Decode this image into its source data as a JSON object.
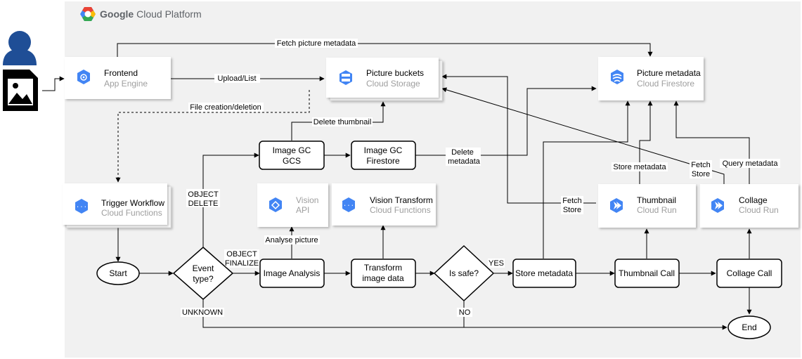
{
  "platform": {
    "brand": "Google",
    "name": "Cloud Platform",
    "colors": {
      "panel": "#f1f1f1",
      "icon_blue": "#4285f4"
    }
  },
  "services": {
    "frontend": {
      "title": "Frontend",
      "subtitle": "App Engine",
      "icon": "app-engine-icon"
    },
    "picture_buckets": {
      "title": "Picture buckets",
      "subtitle": "Cloud Storage",
      "icon": "cloud-storage-icon"
    },
    "picture_metadata": {
      "title": "Picture metadata",
      "subtitle": "Cloud Firestore",
      "icon": "cloud-firestore-icon"
    },
    "trigger_workflow": {
      "title": "Trigger Workflow",
      "subtitle": "Cloud Functions",
      "icon": "cloud-functions-icon"
    },
    "vision_api": {
      "title": "Vision",
      "subtitle": "API",
      "icon": "vision-api-icon"
    },
    "vision_transform": {
      "title": "Vision Transform",
      "subtitle": "Cloud Functions",
      "icon": "cloud-functions-icon"
    },
    "thumbnail": {
      "title": "Thumbnail",
      "subtitle": "Cloud Run",
      "icon": "cloud-run-icon"
    },
    "collage": {
      "title": "Collage",
      "subtitle": "Cloud Run",
      "icon": "cloud-run-icon"
    }
  },
  "steps": {
    "image_gc_gcs": [
      "Image GC",
      "GCS"
    ],
    "image_gc_firestore": [
      "Image GC",
      "Firestore"
    ],
    "image_analysis": "Image Analysis",
    "transform_image_data": [
      "Transform",
      "image data"
    ],
    "store_metadata": "Store metadata",
    "thumbnail_call": "Thumbnail Call",
    "collage_call": "Collage Call"
  },
  "terminals": {
    "start": "Start",
    "end": "End"
  },
  "decisions": {
    "event_type": [
      "Event",
      "type?"
    ],
    "is_safe": "Is safe?"
  },
  "edge_labels": {
    "fetch_picture_metadata": "Fetch picture metadata",
    "upload_list": "Upload/List",
    "file_creation_deletion": "File creation/deletion",
    "delete_thumbnail": "Delete thumbnail",
    "delete_metadata": [
      "Delete",
      "metadata"
    ],
    "object_delete": [
      "OBJECT",
      "DELETE"
    ],
    "object_finalize": [
      "OBJECT",
      "FINALIZE"
    ],
    "analyse_picture": "Analyse picture",
    "yes": "YES",
    "no": "NO",
    "unknown": "UNKNOWN",
    "fetch_store_thumbnail": [
      "Fetch",
      "Store"
    ],
    "store_metadata_up": "Store metadata",
    "fetch_store_collage": [
      "Fetch",
      "Store"
    ],
    "query_metadata": "Query metadata"
  }
}
